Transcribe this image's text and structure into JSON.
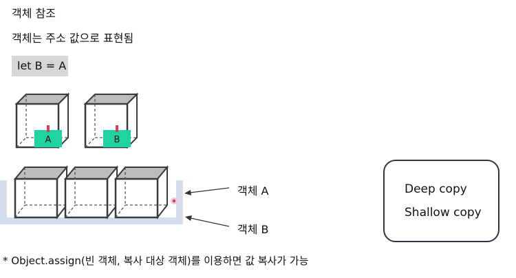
{
  "title": "객체 참조",
  "subtitle": "객체는 주소 값으로 표현됨",
  "code": "let B = A",
  "tags": {
    "a": "A",
    "b": "B"
  },
  "labels": {
    "object_a": "객체 A",
    "object_b": "객체 B"
  },
  "copy_types": {
    "deep": "Deep copy",
    "shallow": "Shallow copy"
  },
  "note": "* Object.assign(빈 객체, 복사 대상 객체)를 이용하면 값 복사가 가능",
  "colors": {
    "tag": "#1fd3a3",
    "pin": "#d8405a",
    "container": "#d6deee",
    "cube_top": "#bdbdbd",
    "cube_edge": "#3a3a3a"
  }
}
